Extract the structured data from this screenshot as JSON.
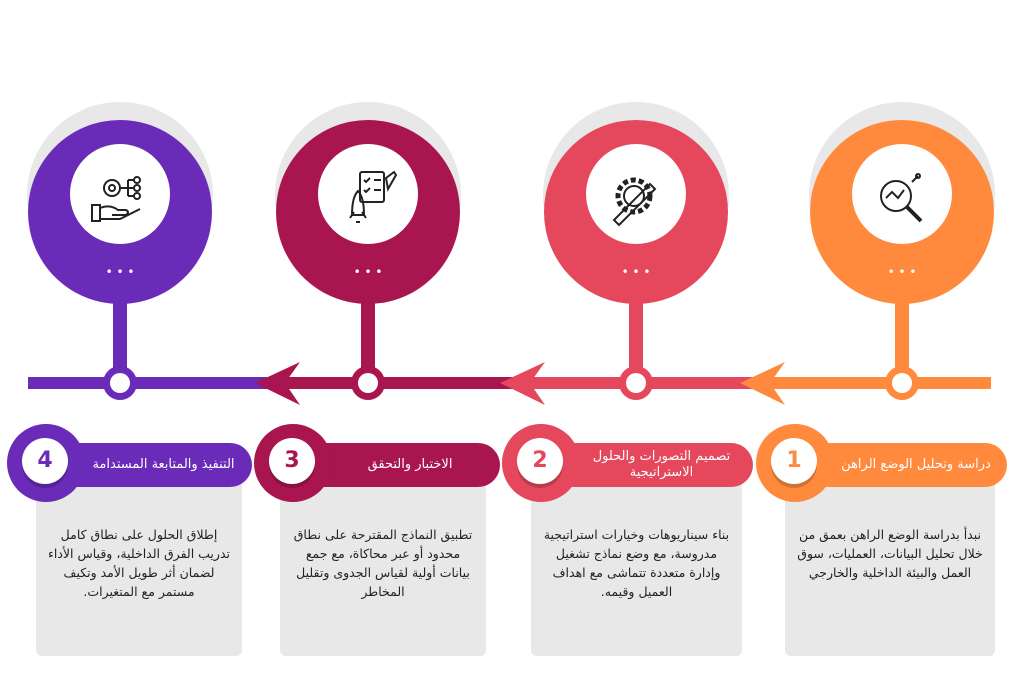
{
  "colors": {
    "step1": "#FF8A3D",
    "step2": "#E5485C",
    "step3": "#A8154F",
    "step4": "#6A2BB8"
  },
  "steps": [
    {
      "number": "1",
      "title": "دراسة وتحليل الوضع الراهن",
      "body": "نبدأ بدراسة الوضع الراهن بعمق من خلال تحليل البيانات، العمليات، سوق العمل والبيئة الداخلية والخارجي",
      "icon": "analysis-magnifier-icon"
    },
    {
      "number": "2",
      "title": "تصميم التصورات والحلول الاستراتيجية",
      "body": "بناء سيناريوهات وخيارات استراتيجية مدروسة، مع وضع نماذج تشغيل وإدارة متعددة تتماشى مع اهداف العميل وقيمه.",
      "icon": "gear-pencil-icon"
    },
    {
      "number": "3",
      "title": "الاختبار والتحقق",
      "body": "تطبيق النماذج المقترحة على نطاق محدود أو عبر محاكاة، مع جمع بيانات أولية لقياس الجدوى وتقليل المخاطر",
      "icon": "checklist-rocket-icon"
    },
    {
      "number": "4",
      "title": "التنفيذ والمتابعة المستدامة",
      "body": "إطلاق الحلول على نطاق كامل تدريب الفرق الداخلية، وقياس الأداء لضمان أثر طويل الأمد وتكيف مستمر مع المتغيرات.",
      "icon": "hand-gear-network-icon"
    }
  ],
  "dots": "• • •"
}
